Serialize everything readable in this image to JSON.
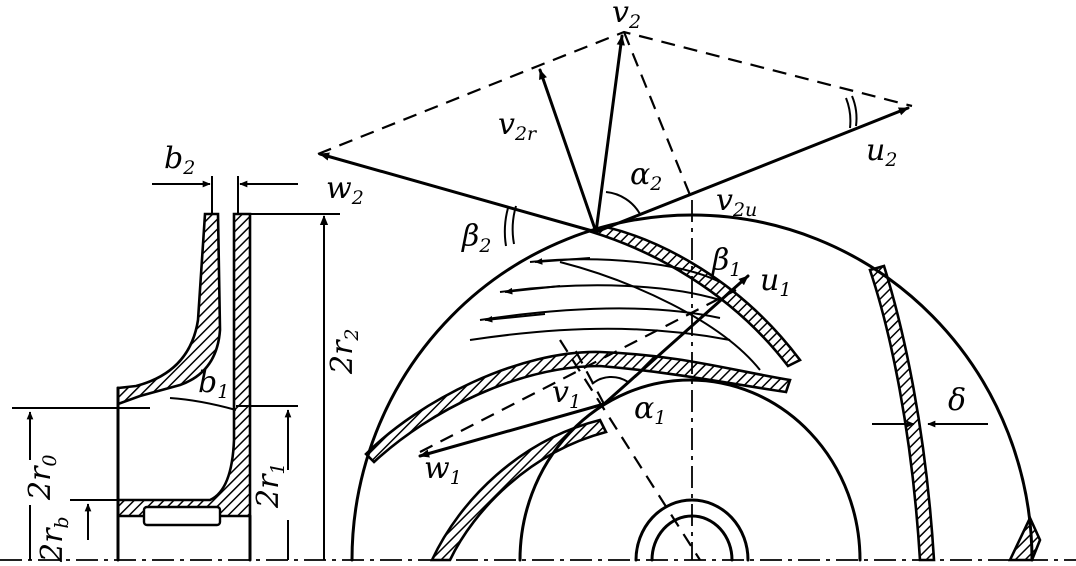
{
  "labels": {
    "v2": "v",
    "v2_sub": "2",
    "v2r": "v",
    "v2r_sub": "2r",
    "w2": "w",
    "w2_sub": "2",
    "u2": "u",
    "u2_sub": "2",
    "alpha2": "α",
    "alpha2_sub": "2",
    "v2u": "v",
    "v2u_sub": "2u",
    "beta2": "β",
    "beta2_sub": "2",
    "beta1": "β",
    "beta1_sub": "1",
    "u1": "u",
    "u1_sub": "1",
    "v1": "v",
    "v1_sub": "1",
    "alpha1": "α",
    "alpha1_sub": "1",
    "w1": "w",
    "w1_sub": "1",
    "delta": "δ",
    "b2": "b",
    "b2_sub": "2",
    "b1": "b",
    "b1_sub": "1",
    "r2": "2r",
    "r2_sub": "2",
    "r1": "2r",
    "r1_sub": "1",
    "r0": "2r",
    "r0_sub": "0",
    "rb": "2r",
    "rb_sub": "b"
  }
}
